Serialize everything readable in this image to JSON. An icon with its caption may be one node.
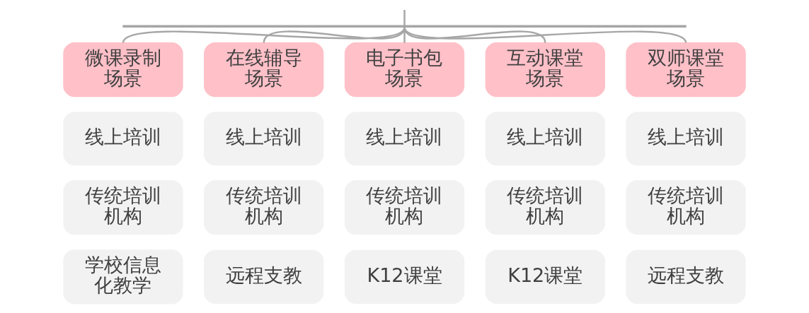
{
  "diagram": {
    "nodes": [
      {
        "text": [],
        "shape": "bar"
      },
      {
        "text": [
          "微课录制场景"
        ]
      },
      {
        "text": [
          "在线辅导场景"
        ]
      },
      {
        "text": [
          "电子书包场景"
        ]
      },
      {
        "text": [
          "互动课堂场景"
        ]
      },
      {
        "text": [
          "双师课堂场景"
        ]
      },
      {
        "text": [
          "线上培训"
        ]
      },
      {
        "text": [
          "传统培训机构"
        ]
      },
      {
        "text": [
          "学校信息化教学"
        ]
      },
      {
        "text": [
          "线上培训"
        ]
      },
      {
        "text": [
          "传统培训机构"
        ]
      },
      {
        "text": [
          "远程支教"
        ]
      },
      {
        "text": [
          "线上培训"
        ]
      },
      {
        "text": [
          "传统培训机构"
        ]
      },
      {
        "text": [
          "K12课堂"
        ]
      },
      {
        "text": [
          "线上培训"
        ]
      },
      {
        "text": [
          "传统培训机构"
        ]
      },
      {
        "text": [
          "K12课堂"
        ]
      },
      {
        "text": [
          "线上培训"
        ]
      },
      {
        "text": [
          "传统培训机构"
        ]
      },
      {
        "text": [
          "远程支教"
        ]
      }
    ],
    "edges": [
      {
        "from": null,
        "to": 0,
        "arrow": "none"
      },
      {
        "from": 0,
        "to": 1,
        "arrow": "none"
      },
      {
        "from": 0,
        "to": 2,
        "arrow": "none"
      },
      {
        "from": 0,
        "to": 3,
        "arrow": "none"
      },
      {
        "from": 0,
        "to": 4,
        "arrow": "none"
      },
      {
        "from": 0,
        "to": 5,
        "arrow": "none"
      }
    ]
  }
}
